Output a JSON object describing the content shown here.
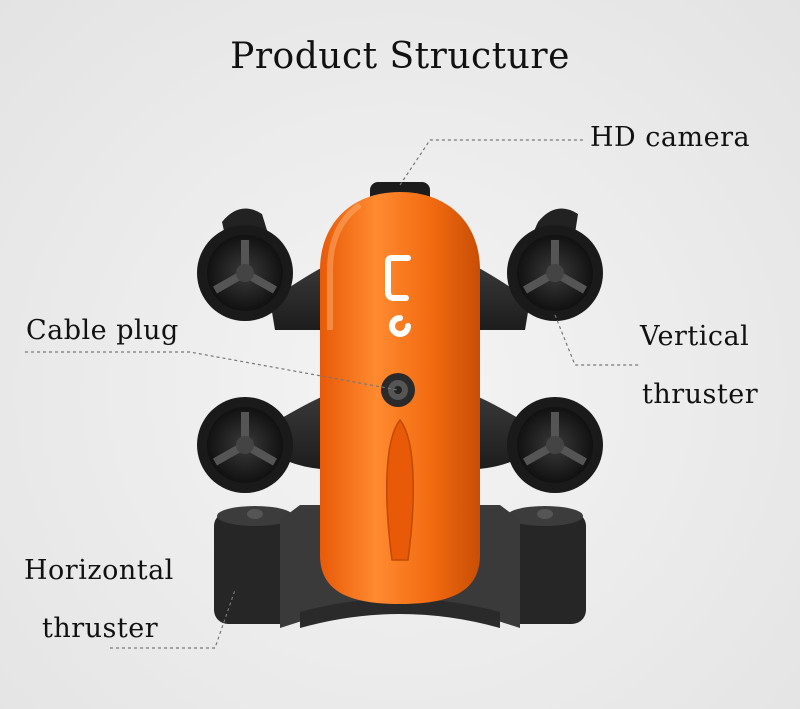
{
  "title": "Product Structure",
  "labels": {
    "hd_camera": "HD camera",
    "cable_plug": "Cable plug",
    "vertical_thruster_line1": "Vertical",
    "vertical_thruster_line2": "thruster",
    "horizontal_thruster_line1": "Horizontal",
    "horizontal_thruster_line2": "thruster"
  },
  "colors": {
    "body_orange": "#f26a10",
    "frame_dark": "#2d2d2d",
    "leader_line": "#777777"
  }
}
